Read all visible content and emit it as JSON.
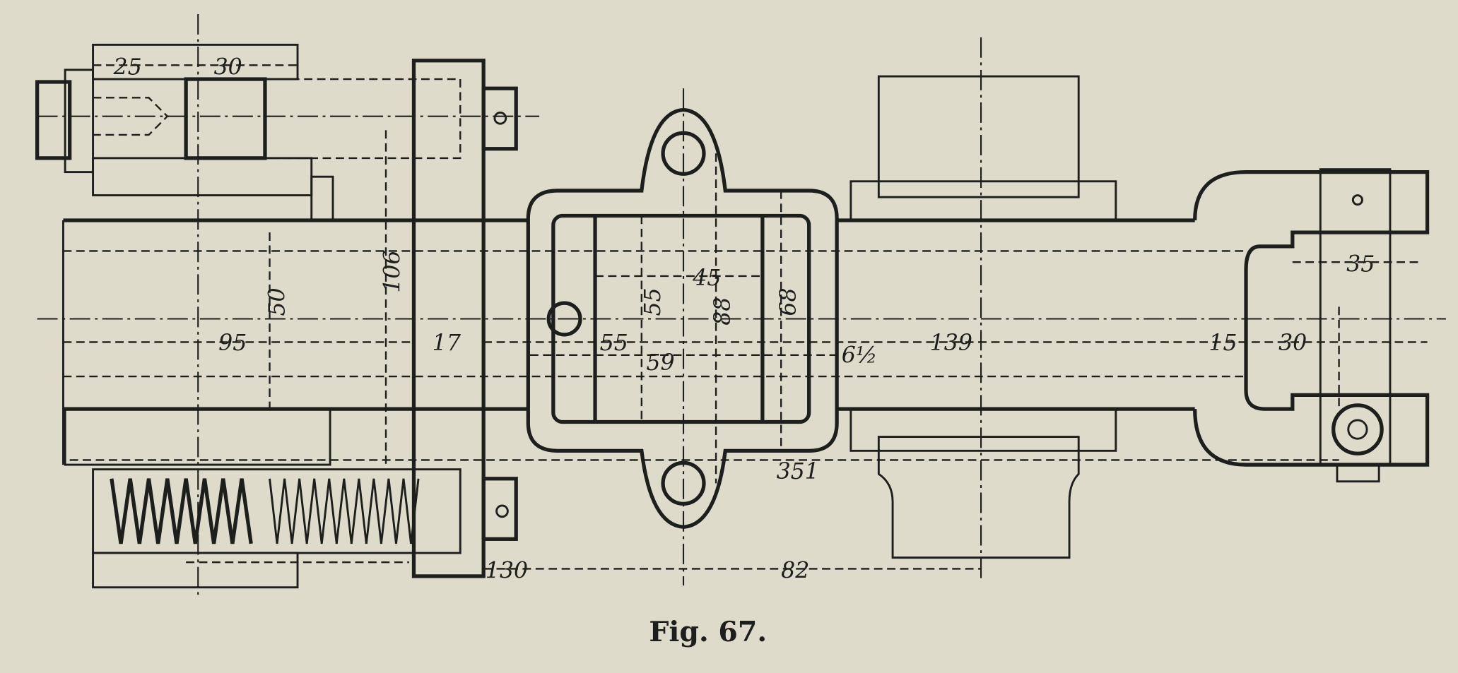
{
  "figure": {
    "caption": "Fig. 67.",
    "dimensions": {
      "d25": "25",
      "d30_top": "30",
      "d50": "50",
      "d106": "106",
      "d95": "95",
      "d17": "17",
      "d55_h": "55",
      "d45": "45",
      "d55_v": "55",
      "d88": "88",
      "d68": "68",
      "d59": "59",
      "d6half": "6½",
      "d139": "139",
      "d15": "15",
      "d30_right": "30",
      "d35": "35",
      "d351": "351",
      "d130": "130",
      "d82": "82"
    }
  },
  "colors": {
    "paper": "#dedbca",
    "ink": "#1c1f1c"
  }
}
